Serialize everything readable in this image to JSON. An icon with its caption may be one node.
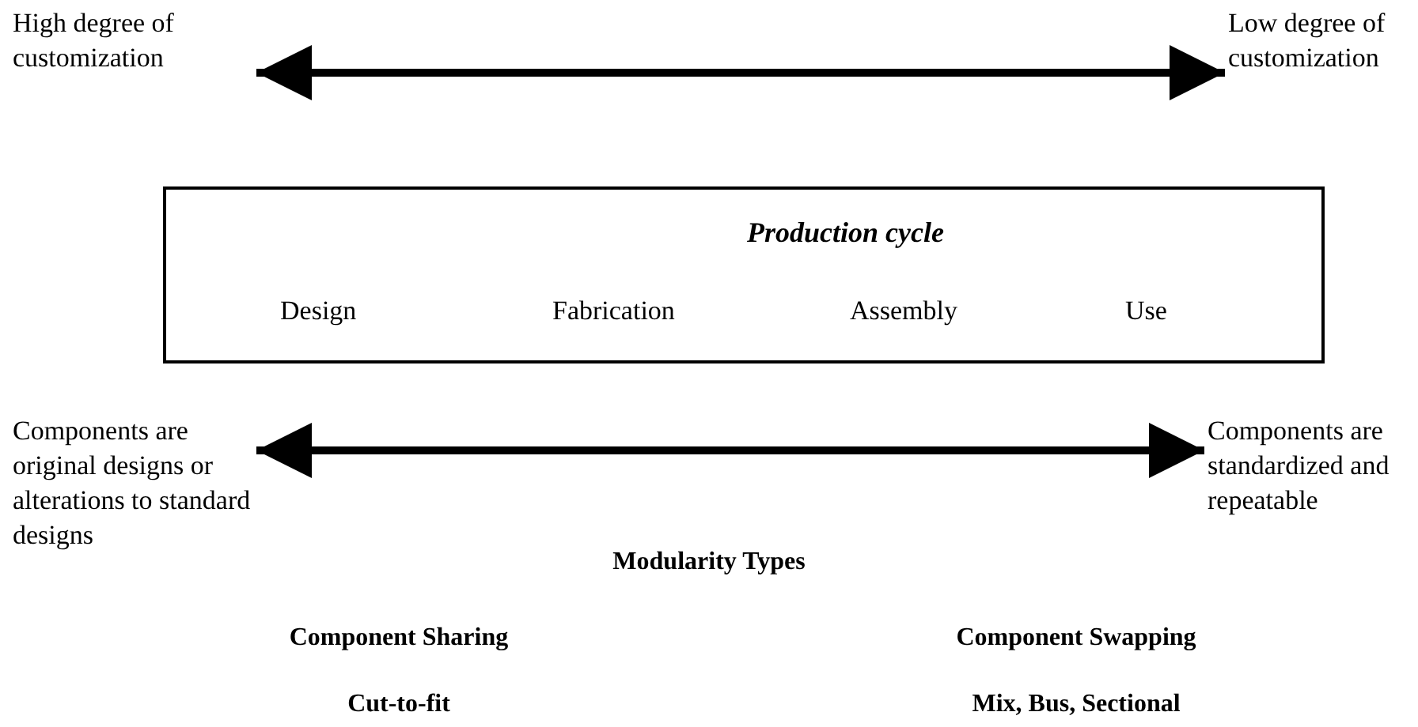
{
  "diagram": {
    "nodes": [
      {
        "text": [
          "High degree of customization"
        ]
      },
      {
        "text": [
          "Low degree of customization"
        ]
      },
      {
        "text": [
          "Production cycle",
          "Design",
          "Fabrication",
          "Assembly",
          "Use"
        ]
      },
      {
        "text": [
          "Components are original designs or alterations to standard designs"
        ]
      },
      {
        "text": [
          "Components are standardized and repeatable"
        ]
      }
    ],
    "edges": [
      {
        "from": 0,
        "to": 1,
        "arrow": "both"
      },
      {
        "from": 3,
        "to": 4,
        "arrow": "both"
      }
    ],
    "labels": [
      "Modularity Types",
      "Component Sharing",
      "Component Swapping",
      "Cut-to-fit",
      "Mix, Bus, Sectional"
    ]
  }
}
